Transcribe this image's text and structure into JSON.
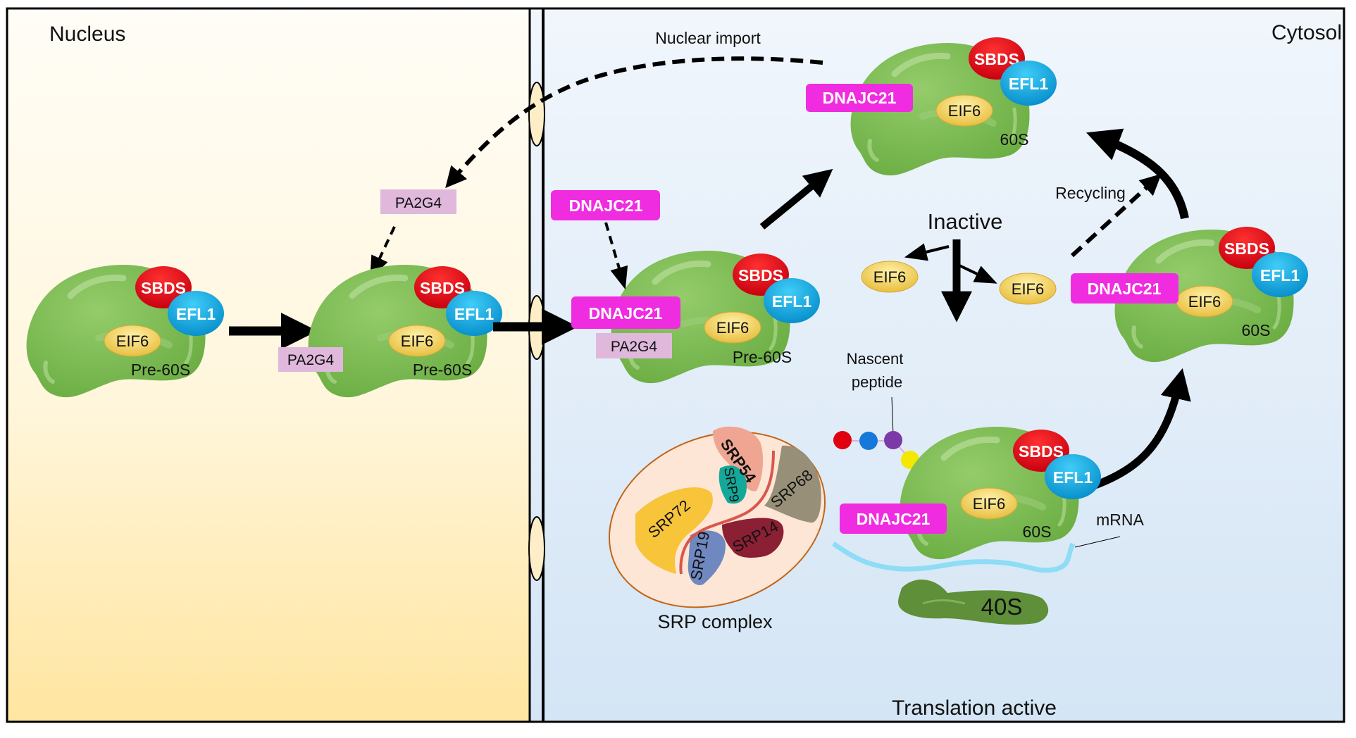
{
  "compartments": {
    "nucleus": "Nucleus",
    "cytosol": "Cytosol"
  },
  "process_labels": {
    "nuclear_import": "Nuclear import",
    "inactive": "Inactive",
    "recycling": "Recycling",
    "translation_active": "Translation active",
    "nascent_peptide_line1": "Nascent",
    "nascent_peptide_line2": "peptide",
    "mrna": "mRNA",
    "srp_complex": "SRP complex"
  },
  "proteins": {
    "sbds": "SBDS",
    "efl1": "EFL1",
    "eif6": "EIF6",
    "pa2g4": "PA2G4",
    "dnajc21": "DNAJC21"
  },
  "subunits": {
    "pre60s": "Pre-60S",
    "s60": "60S",
    "s40": "40S"
  },
  "srp_components": {
    "srp54": "SRP54",
    "srp9": "SRP9",
    "srp72": "SRP72",
    "srp68": "SRP68",
    "srp14": "SRP14",
    "srp19": "SRP19"
  },
  "colors": {
    "sbds": "#e00010",
    "efl1": "#12a8e0",
    "eif6": "#f2d260",
    "pa2g4": "#dfb8dc",
    "dnajc21": "#f02ce0",
    "ribosome": "#7cbb4e",
    "ribosome_40s": "#5f8f38",
    "nucleus_top": "#fffdf6",
    "nucleus_bottom": "#ffe6a0",
    "cytosol_top": "#f1f6fc",
    "cytosol_bottom": "#d5e6f5",
    "mrna": "#8edcf5",
    "srp_ellipse": "#fde6d6",
    "srp54": "#f0a593",
    "srp9": "#14a89a",
    "srp72": "#f7c43a",
    "srp68": "#978f78",
    "srp14": "#8b1f34",
    "srp19": "#6f88c0",
    "srp_rna": "#d9574b"
  }
}
